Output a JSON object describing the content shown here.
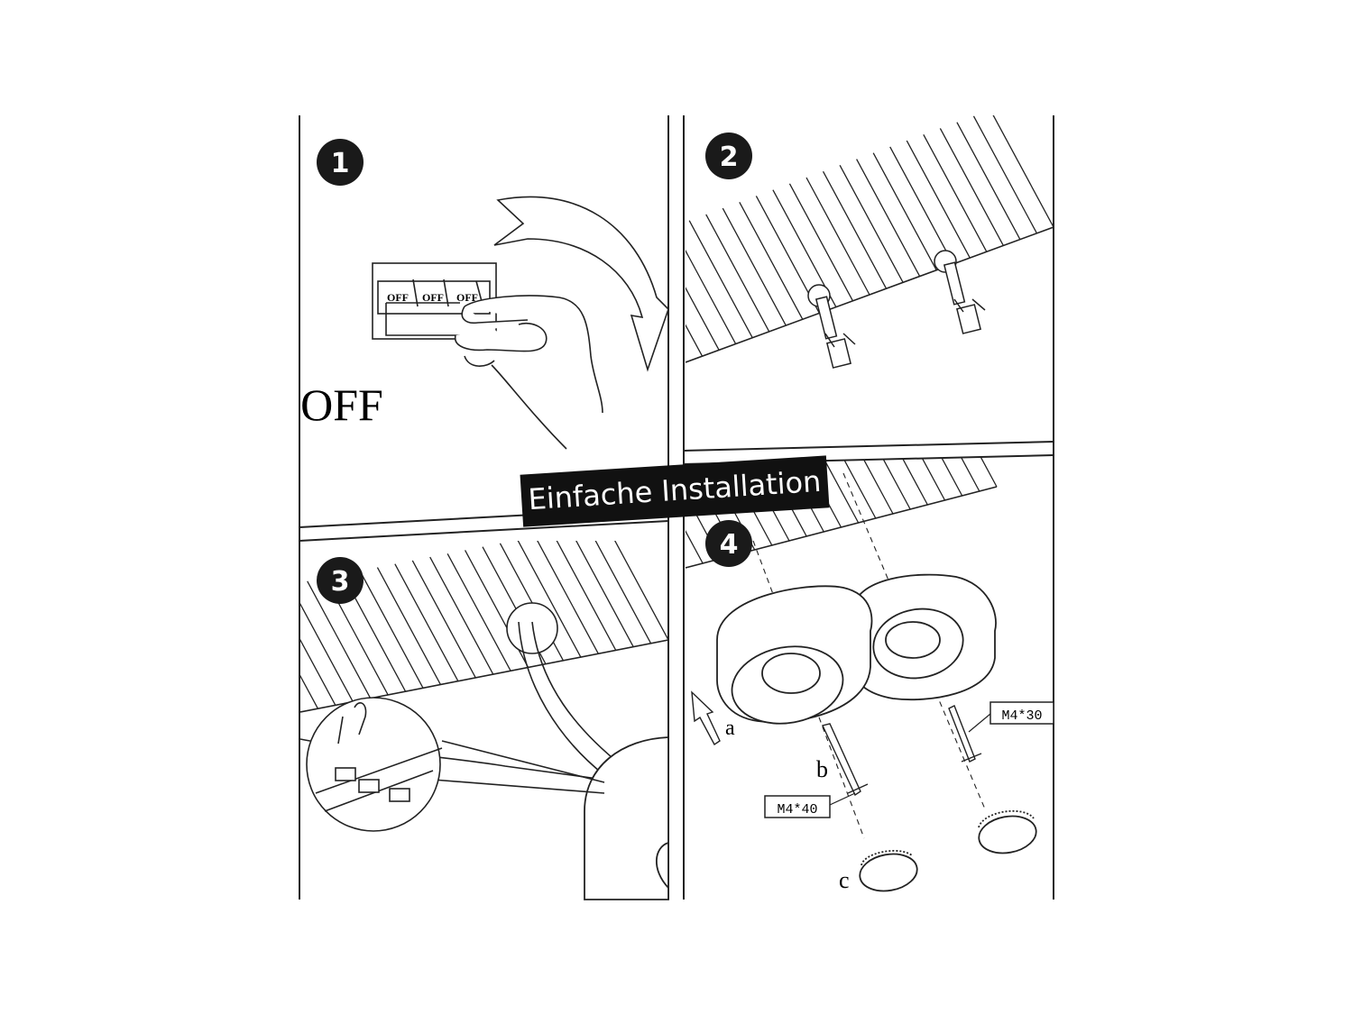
{
  "title": "Einfache Installation",
  "steps": [
    {
      "number": "1"
    },
    {
      "number": "2"
    },
    {
      "number": "3"
    },
    {
      "number": "4"
    }
  ],
  "step1": {
    "switch_labels": [
      "OFF",
      "OFF",
      "OFF"
    ],
    "caption": "OFF"
  },
  "step4": {
    "label_a": "a",
    "label_b": "b",
    "label_c": "c",
    "screw_long": "M4*40",
    "screw_short": "M4*30"
  }
}
